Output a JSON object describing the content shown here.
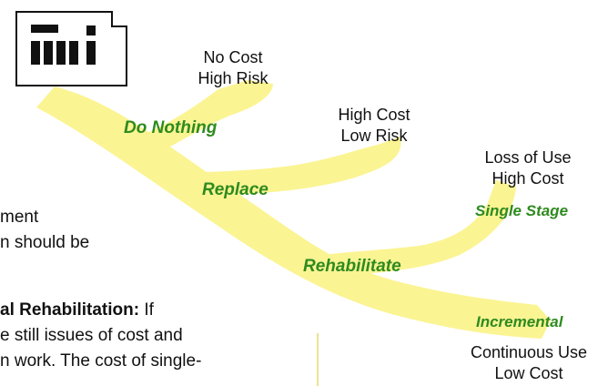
{
  "colors": {
    "branch_fill": "#fbf493",
    "label_green": "#2e8b1f",
    "text": "#111111"
  },
  "icon": {
    "name": "building-icon"
  },
  "outcomes": {
    "do_nothing": {
      "line1": "No Cost",
      "line2": "High Risk"
    },
    "replace": {
      "line1": "High Cost",
      "line2": "Low Risk"
    },
    "single_stage": {
      "line1": "Loss of Use",
      "line2": "High Cost"
    },
    "incremental": {
      "line1": "Continuous Use",
      "line2": "Low Cost"
    }
  },
  "branches": {
    "do_nothing": "Do Nothing",
    "replace": "Replace",
    "rehabilitate": "Rehabilitate",
    "single_stage": "Single Stage",
    "incremental": "Incremental"
  },
  "body_text": {
    "line1": "ment",
    "line2": "n should be",
    "line3_bold": "al Rehabilitation:",
    "line3_rest": " If",
    "line4": "e still issues of cost and",
    "line5": "n work. The cost of single-"
  }
}
